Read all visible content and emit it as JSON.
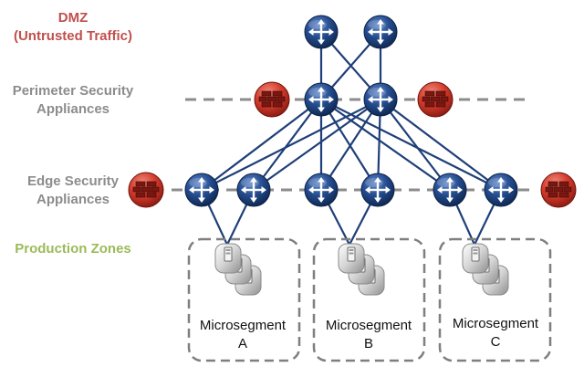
{
  "tiers": {
    "dmz_line1": "DMZ",
    "dmz_line2": "(Untrusted Traffic)",
    "perimeter_line1": "Perimeter Security",
    "perimeter_line2": "Appliances",
    "edge_line1": "Edge Security",
    "edge_line2": "Appliances",
    "production": "Production Zones"
  },
  "zones": [
    {
      "line1": "Microsegment",
      "line2": "A"
    },
    {
      "line1": "Microsegment",
      "line2": "B"
    },
    {
      "line1": "Microsegment",
      "line2": "C"
    }
  ],
  "colors": {
    "dmz_label": "#c0504d",
    "tier_label": "#8c8c8c",
    "production_label": "#9bbb59",
    "router": "#1f3f78",
    "link": "#1f3f78",
    "firewall": "#c0392b",
    "dashed": "#8c8c8c"
  },
  "icons": {
    "router": "router-icon",
    "firewall": "firewall-icon",
    "server": "server-stack-icon"
  }
}
